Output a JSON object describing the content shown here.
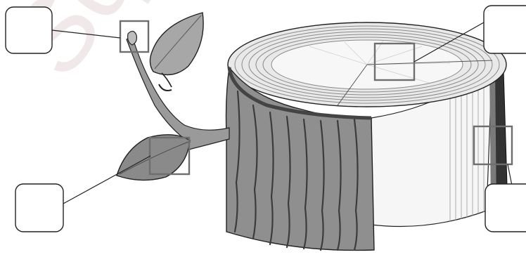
{
  "figure": {
    "subject": "tree-stump-with-branch-and-leaves",
    "watermark_text": "Squirrel",
    "colors": {
      "background": "#ffffff",
      "bark": "#8f8f8f",
      "bark_dark": "#4a4a4a",
      "leaf": "#a7a7a7",
      "wood_light": "#f4f4f4",
      "outline": "#222222",
      "focus_box": "#6e6e6e"
    },
    "labels": [
      {
        "id": "bud",
        "text": ""
      },
      {
        "id": "leaf-cells",
        "text": ""
      },
      {
        "id": "growth-rings",
        "text": ""
      },
      {
        "id": "bark-layer",
        "text": ""
      },
      {
        "id": "inner-layer",
        "text": ""
      }
    ]
  }
}
